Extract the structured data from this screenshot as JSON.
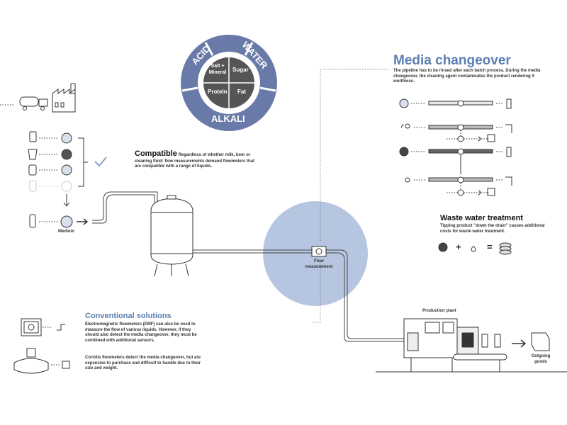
{
  "wheel": {
    "outer_top_left": "ACID",
    "outer_top_right": "WATER",
    "outer_bottom": "ALKALI",
    "q1": "Salt +\nMineral",
    "q2": "Sugar",
    "q3": "Protein",
    "q4": "Fat"
  },
  "media": {
    "title": "Media changeover",
    "desc": "The pipeline has to be rinsed after each batch process. During the media changeover, the cleaning agent contaminates the product rendering it worthless."
  },
  "compatible": {
    "title": "Compatible",
    "desc": "Regardless of whether milk, beer or cleaning fluid: flow measurements demand flowmeters that are compatible with a range of liquids."
  },
  "medium_label": "Medium",
  "flow_label": "Flow\nmeasurement",
  "waste": {
    "title": "Waste water treatment",
    "desc": "Tipping product \"down the drain\" causes additional costs for waste water treatment.",
    "plus": "+",
    "equals": "="
  },
  "conventional": {
    "title": "Conventional solutions",
    "desc1": "Electromagnetic flowmeters (EMF) can also be used to measure  the flow of various liquids. However, if they should also detect the media changeover, they must be combined with additional sensors.",
    "desc2": "Coriolis flowmeters detect the media changeover, but are expensive to purchase and difficult to handle due to their size and weight."
  },
  "production_label": "Production plant",
  "outgoing_label": "Outgoing\ngoods",
  "colors": {
    "accent_blue": "#5b7fb0",
    "circle_blue": "#a9bcdc",
    "wheel_ring": "#6a7aa8",
    "wheel_center": "#555555"
  }
}
